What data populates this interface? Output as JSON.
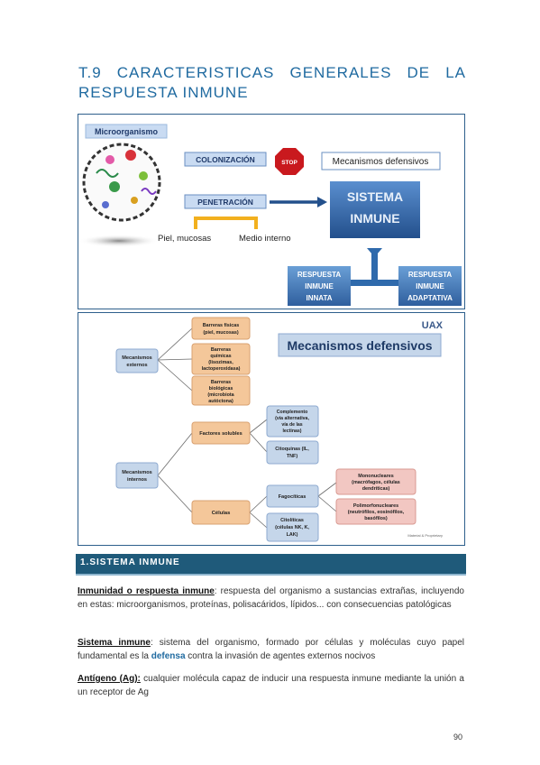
{
  "title": "T.9 CARACTERISTICAS GENERALES DE LA RESPUESTA INMUNE",
  "figure1": {
    "microorganismo": "Microorganismo",
    "colonizacion": "COLONIZACIÓN",
    "stop": "STOP",
    "mecanismos_defensivos": "Mecanismos defensivos",
    "penetracion": "PENETRACIÓN",
    "sistema": "SISTEMA",
    "inmune": "INMUNE",
    "piel_mucosas": "Piel, mucosas",
    "medio_interno": "Medio interno",
    "innata": [
      "RESPUESTA",
      "INMUNE",
      "INNATA"
    ],
    "adaptativa": [
      "RESPUESTA",
      "INMUNE",
      "ADAPTATIVA"
    ]
  },
  "figure2": {
    "logo": "UAX",
    "header": "Mecanismos defensivos",
    "externos": [
      "Mecanismos",
      "externos"
    ],
    "barreras_fisicas": [
      "Barreras físicas",
      "(piel, mucosas)"
    ],
    "barreras_quimicas": [
      "Barreras",
      "químicas",
      "(lisozimas,",
      "lactoperoxidasa)"
    ],
    "barreras_biologicas": [
      "Barreras",
      "biológicas",
      "(microbiota",
      "autóctona)"
    ],
    "internos": [
      "Mecanismos",
      "internos"
    ],
    "factores_solubles": "Factores solubles",
    "complemento": [
      "Complemento",
      "(vía alternativa,",
      "vía de las",
      "lectinas)"
    ],
    "citoquinas": [
      "Citoquinas (IL,",
      "TNF)"
    ],
    "celulas": "Células",
    "fagociticas": "Fagocíticas",
    "citoliticas": [
      "Citolíticas",
      "(células NK, K,",
      "LAK)"
    ],
    "mononucleares": [
      "Mononucleares",
      "(macrófagos, células",
      "dendríticas)"
    ],
    "polimorfonucleares": [
      "Polimorfonucleares",
      "(neutrófilos, eosinófilos,",
      "basófilos)"
    ],
    "credit": "Material & Proprietary"
  },
  "section": "1.SISTEMA INMUNE",
  "p1": {
    "term": "Inmunidad o respuesta inmune",
    "text": ": respuesta del organismo a sustancias extrañas, incluyendo en estas: microorganismos, proteínas, polisacáridos, lípidos... con consecuencias patológicas"
  },
  "p2": {
    "term": "Sistema inmune",
    "text1": ": sistema del organismo, formado por células y moléculas cuyo papel fundamental es la ",
    "highlight": "defensa",
    "text2": " contra la invasión de agentes externos nocivos"
  },
  "p3": {
    "term": "Antígeno (Ag):",
    "text": " cualquier molécula capaz de inducir una respuesta inmune mediante la unión a un receptor de Ag"
  },
  "page_number": "90",
  "colors": {
    "accent_blue": "#1f6aa0",
    "section_bar": "#1f5a7a",
    "box_blue": "#3b73b4",
    "stop_red": "#c9191e",
    "orange_box": "#f4c79a",
    "blue_box": "#c5d6ea",
    "pink_box": "#f2c7c2"
  }
}
